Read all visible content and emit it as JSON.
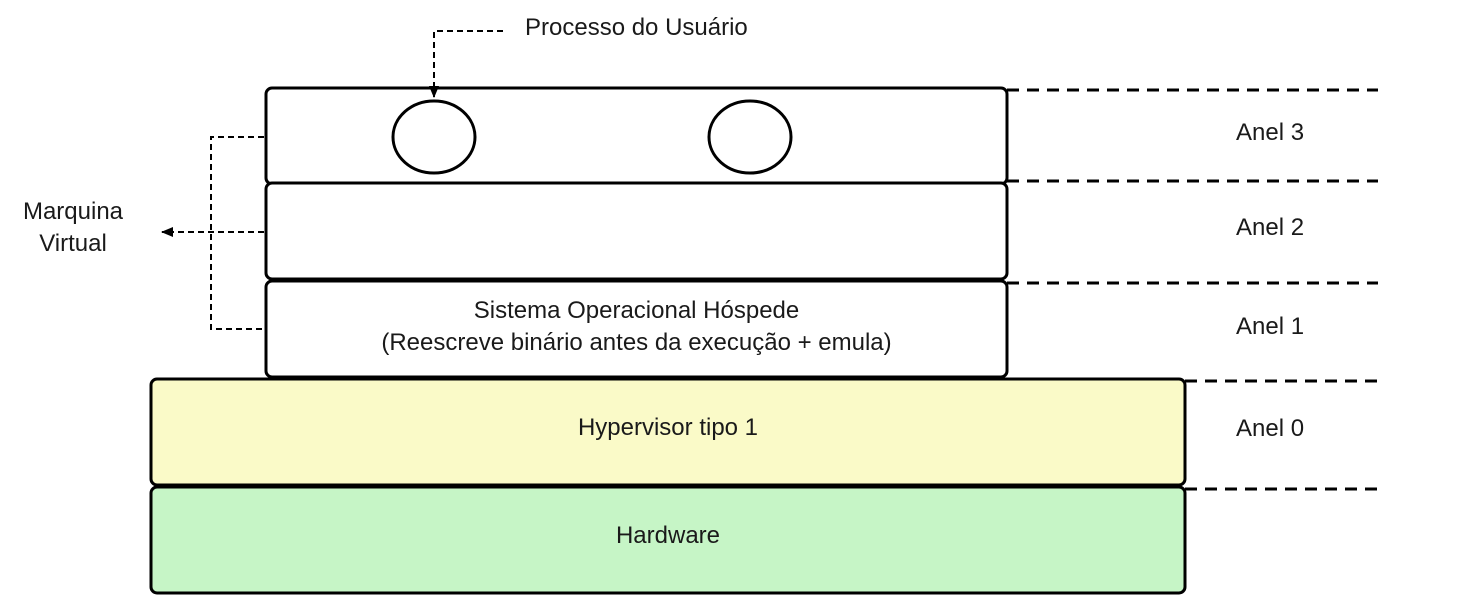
{
  "user_process_label": "Processo do Usuário",
  "virtual_machine_label": [
    "Marquina",
    "Virtual"
  ],
  "layers": {
    "ring3_box": "",
    "ring2_box": "",
    "guest_os": [
      "Sistema Operacional Hóspede",
      "(Reescreve binário antes da execução + emula)"
    ],
    "hypervisor": "Hypervisor tipo 1",
    "hardware": "Hardware"
  },
  "rings": [
    "Anel 3",
    "Anel 2",
    "Anel 1",
    "Anel 0"
  ],
  "colors": {
    "hypervisor_fill": "#fafac8",
    "hardware_fill": "#c6f5c6",
    "stroke": "#000000"
  }
}
